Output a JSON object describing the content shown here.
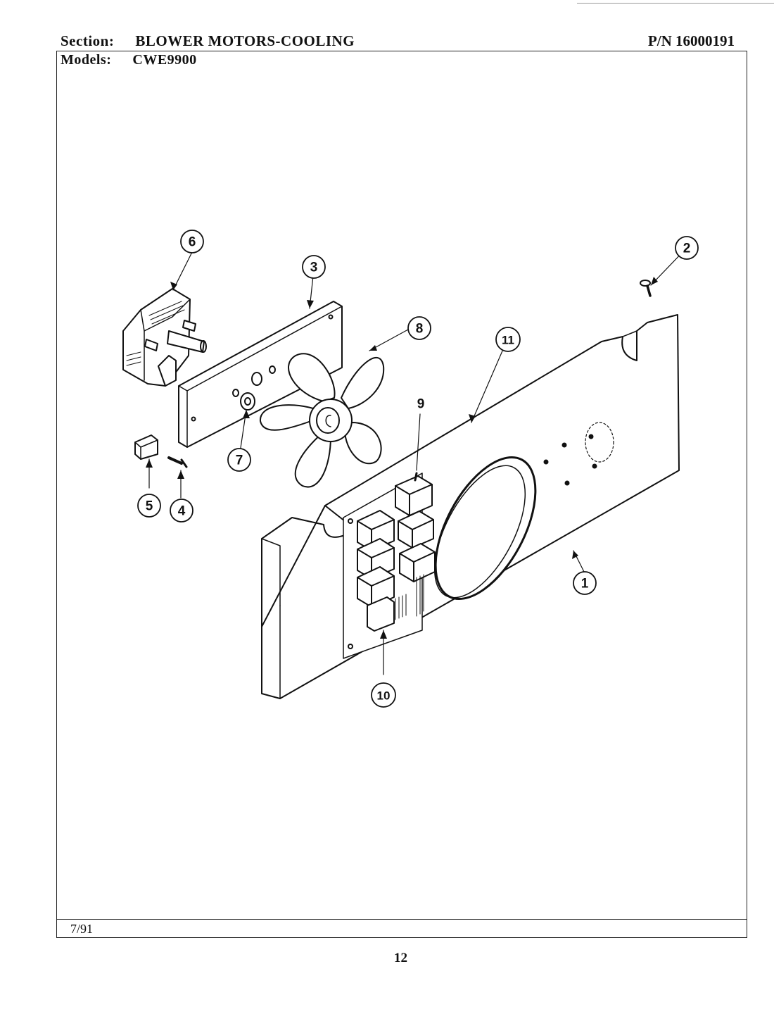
{
  "header": {
    "section_label": "Section:",
    "section_value": "BLOWER MOTORS-COOLING",
    "part_number": "P/N 16000191",
    "models_label": "Models:",
    "models_value": "CWE9900"
  },
  "footer": {
    "date": "7/91",
    "page": "12"
  },
  "callouts": [
    "1",
    "2",
    "3",
    "4",
    "5",
    "6",
    "7",
    "8",
    "9",
    "10",
    "11"
  ]
}
